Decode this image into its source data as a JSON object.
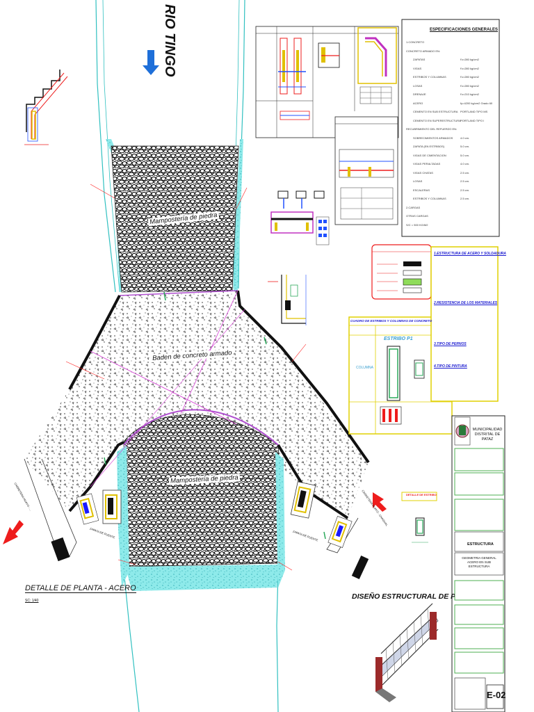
{
  "drawing": {
    "river_label": "RIO TINGO",
    "plan_title": "DETALLE DE PLANTA - ACERO",
    "plan_scale": "SC: 1/40",
    "structural_title": "DISEÑO ESTRUCTURAL DE PUENTE PEATONAL",
    "masonry_upper": "Mampostería de piedra",
    "masonry_lower": "Mampostería de piedra",
    "slab_label": "Baden de concreto armado",
    "footing_left": "ZAPATA DE PUENTE",
    "footing_right": "ZAPATA DE PUENTE",
    "road_left": "CARRETERA HUAYO - ...",
    "road_right": "CARRETERA HUAYO - CHAGUAL",
    "stirrup_detail_title": "DETALLE DE ESTRIBO",
    "colors": {
      "river_fill": "#7fe8e8",
      "slab_border": "#111111",
      "dim_magenta": "#cc00cc",
      "note_red": "#ff0000",
      "arrow_blue": "#1e6fd9",
      "frame_yellow": "#ffff00"
    }
  },
  "specs": {
    "title": "ESPECIFICACIONES GENERALES",
    "items": [
      {
        "label": "1.CONCRETO",
        "value": ""
      },
      {
        "label": "CONCRETO ARMADO EN:",
        "value": ""
      },
      {
        "label": "ZAPATAS",
        "value": "f'c=280 kg/cm2"
      },
      {
        "label": "VIGAS",
        "value": "f'c=280 kg/cm2"
      },
      {
        "label": "ESTRIBOS Y COLUMNAS",
        "value": "f'c=280 kg/cm2"
      },
      {
        "label": "LOSAS",
        "value": "f'c=280 kg/cm2"
      },
      {
        "label": "DRENAJE",
        "value": "f'c=210 kg/cm2"
      },
      {
        "label": "ACERO",
        "value": "fy=4200 kg/cm2  Grado 60"
      },
      {
        "label": "CEMENTO EN SUB ESTRUCTURA",
        "value": "PORTLAND TIPO MS"
      },
      {
        "label": "CEMENTO EN SUPERESTRUCTURA",
        "value": "PORTLAND TIPO I"
      },
      {
        "label": "RECUBRIMIENTO DEL REFUERZO EN:",
        "value": ""
      },
      {
        "label": "SOBRECIMIENTOS ARMADOS",
        "value": "4.0 cm."
      },
      {
        "label": "ZAPATA (EN ESTRIBOS)",
        "value": "5.0 cm."
      },
      {
        "label": "VIGAS DE CIMENTACION",
        "value": "5.0 cm."
      },
      {
        "label": "VIGAS PERALTADAS",
        "value": "4.0 cm."
      },
      {
        "label": "VIGAS CHATAS",
        "value": "2.5 cm."
      },
      {
        "label": "LOSAS",
        "value": "2.5 cm."
      },
      {
        "label": "ESCALERAS",
        "value": "2.5 cm."
      },
      {
        "label": "ESTRIBOS Y COLUMNAS",
        "value": "2.5 cm."
      },
      {
        "label": "2.CARGAS",
        "value": ""
      },
      {
        "label": "OTRAS CARGAS",
        "value": ""
      },
      {
        "label": "S/C = 500 KG/M2",
        "value": ""
      }
    ]
  },
  "notes": {
    "steel_title": "1.ESTRUCTURA DE ACERO Y SOLDADURA",
    "materials_title": "2.RESISTENCIA DE LOS MATERIALES",
    "finishes_title": "3.TIPO DE PERNOS",
    "paint_title": "4.TIPO DE PINTURA",
    "column_table_title": "CUADRO DE ESTRIBOS Y COLUMNAS DE CONCRETO",
    "column_label": "COLUMNA",
    "stirrup_header": "ESTRIBO   P1"
  },
  "title_block": {
    "entity": "MUNICIPALIDAD DISTRITAL DE PATAZ",
    "specialty": "ESTRUCTURA",
    "content": "GEOMETRIA GENERAL ACERO EN SUB ESTRUCTURA",
    "sheet": "E-02"
  }
}
